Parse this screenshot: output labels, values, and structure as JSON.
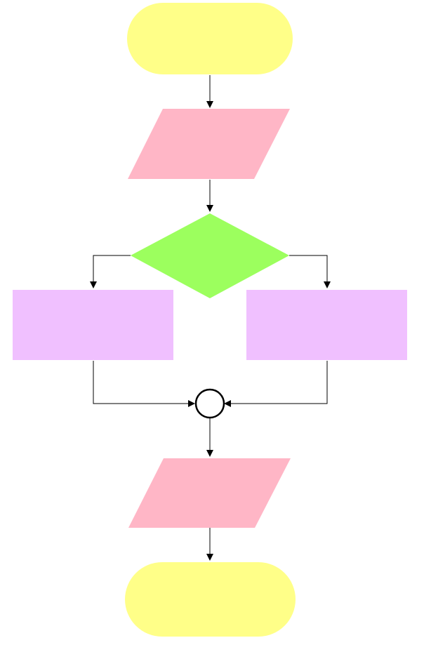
{
  "diagram": {
    "type": "flowchart",
    "colors": {
      "terminator": "#ffff88",
      "io": "#ffb6c6",
      "decision": "#9cff5e",
      "process": "#f0c0ff",
      "connector_fill": "#ffffff",
      "line": "#000000"
    },
    "nodes": {
      "start": {
        "kind": "terminator",
        "label": ""
      },
      "input": {
        "kind": "io",
        "label": ""
      },
      "decision": {
        "kind": "decision",
        "label": ""
      },
      "process_left": {
        "kind": "process",
        "label": ""
      },
      "process_right": {
        "kind": "process",
        "label": ""
      },
      "merge": {
        "kind": "connector",
        "label": ""
      },
      "output": {
        "kind": "io",
        "label": ""
      },
      "end": {
        "kind": "terminator",
        "label": ""
      }
    },
    "edges": [
      {
        "from": "start",
        "to": "input"
      },
      {
        "from": "input",
        "to": "decision"
      },
      {
        "from": "decision",
        "to": "process_left"
      },
      {
        "from": "decision",
        "to": "process_right"
      },
      {
        "from": "process_left",
        "to": "merge"
      },
      {
        "from": "process_right",
        "to": "merge"
      },
      {
        "from": "merge",
        "to": "output"
      },
      {
        "from": "output",
        "to": "end"
      }
    ]
  }
}
